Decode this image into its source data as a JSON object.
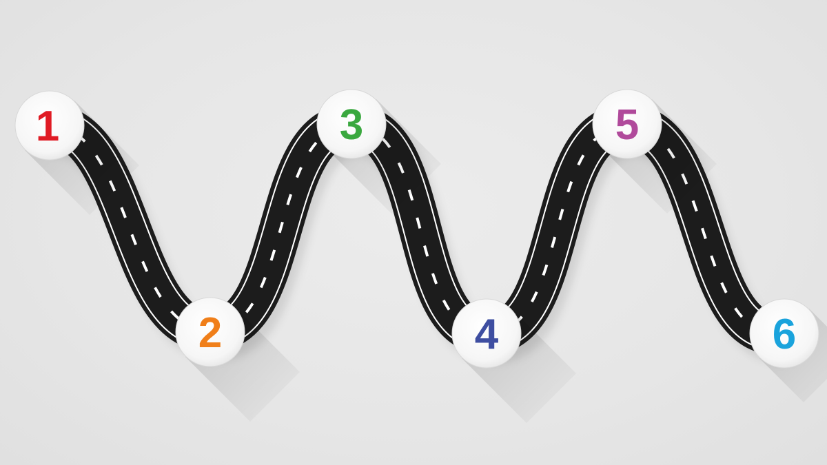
{
  "road": {
    "asphalt_color": "#1c1c1c",
    "edge_line_color": "#ffffff",
    "dash_color": "#ffffff",
    "background_color": "#e8e8e8"
  },
  "markers": [
    {
      "label": "1",
      "color": "#e01b24"
    },
    {
      "label": "2",
      "color": "#f07f1a"
    },
    {
      "label": "3",
      "color": "#3aa83f"
    },
    {
      "label": "4",
      "color": "#3e4ea1"
    },
    {
      "label": "5",
      "color": "#b04a9b"
    },
    {
      "label": "6",
      "color": "#1aa3dc"
    }
  ]
}
